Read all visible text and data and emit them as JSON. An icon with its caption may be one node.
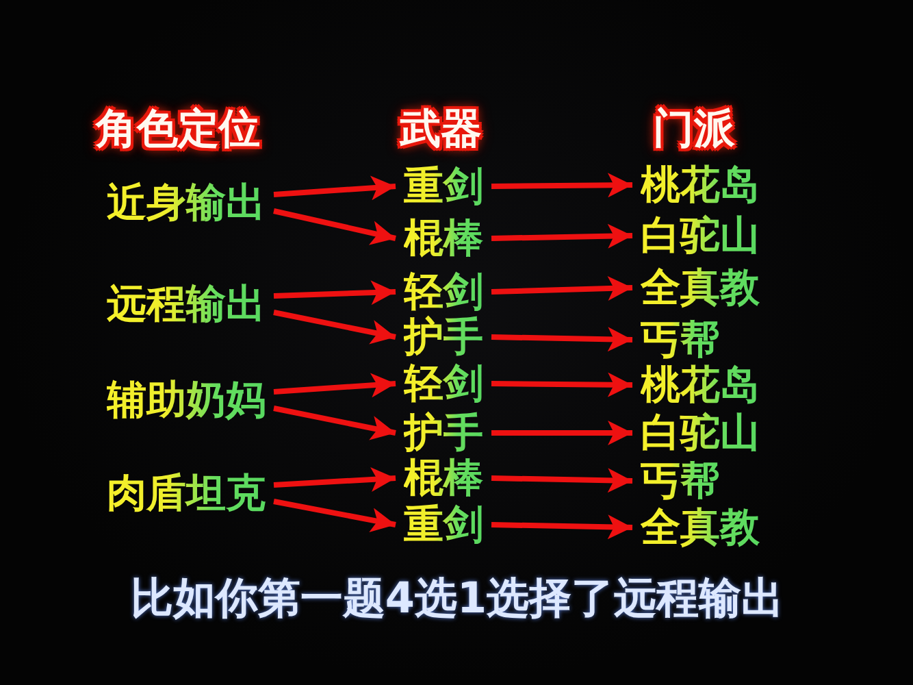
{
  "diagram": {
    "caption": "比如你第一题4选1选择了远程输出",
    "nodes": [
      {
        "text": [
          "近身输出"
        ]
      },
      {
        "text": [
          "远程输出"
        ]
      },
      {
        "text": [
          "辅助奶妈"
        ]
      },
      {
        "text": [
          "肉盾坦克"
        ]
      },
      {
        "text": [
          "重剑"
        ]
      },
      {
        "text": [
          "棍棒"
        ]
      },
      {
        "text": [
          "轻剑"
        ]
      },
      {
        "text": [
          "护手"
        ]
      },
      {
        "text": [
          "轻剑"
        ]
      },
      {
        "text": [
          "护手"
        ]
      },
      {
        "text": [
          "棍棒"
        ]
      },
      {
        "text": [
          "重剑"
        ]
      },
      {
        "text": [
          "桃花岛"
        ]
      },
      {
        "text": [
          "白驼山"
        ]
      },
      {
        "text": [
          "全真教"
        ]
      },
      {
        "text": [
          "丐帮"
        ]
      },
      {
        "text": [
          "桃花岛"
        ]
      },
      {
        "text": [
          "白驼山"
        ]
      },
      {
        "text": [
          "丐帮"
        ]
      },
      {
        "text": [
          "全真教"
        ]
      }
    ],
    "edges": [
      {
        "from": 0,
        "to": 4,
        "arrow": "to"
      },
      {
        "from": 0,
        "to": 5,
        "arrow": "to"
      },
      {
        "from": 1,
        "to": 6,
        "arrow": "to"
      },
      {
        "from": 1,
        "to": 7,
        "arrow": "to"
      },
      {
        "from": 2,
        "to": 8,
        "arrow": "to"
      },
      {
        "from": 2,
        "to": 9,
        "arrow": "to"
      },
      {
        "from": 3,
        "to": 10,
        "arrow": "to"
      },
      {
        "from": 3,
        "to": 11,
        "arrow": "to"
      },
      {
        "from": 4,
        "to": 12,
        "arrow": "to"
      },
      {
        "from": 5,
        "to": 13,
        "arrow": "to"
      },
      {
        "from": 6,
        "to": 14,
        "arrow": "to"
      },
      {
        "from": 7,
        "to": 15,
        "arrow": "to"
      },
      {
        "from": 8,
        "to": 16,
        "arrow": "to"
      },
      {
        "from": 9,
        "to": 17,
        "arrow": "to"
      },
      {
        "from": 10,
        "to": 18,
        "arrow": "to"
      },
      {
        "from": 11,
        "to": 19,
        "arrow": "to"
      }
    ],
    "labels": [
      "角色定位",
      "武器",
      "门派"
    ]
  }
}
